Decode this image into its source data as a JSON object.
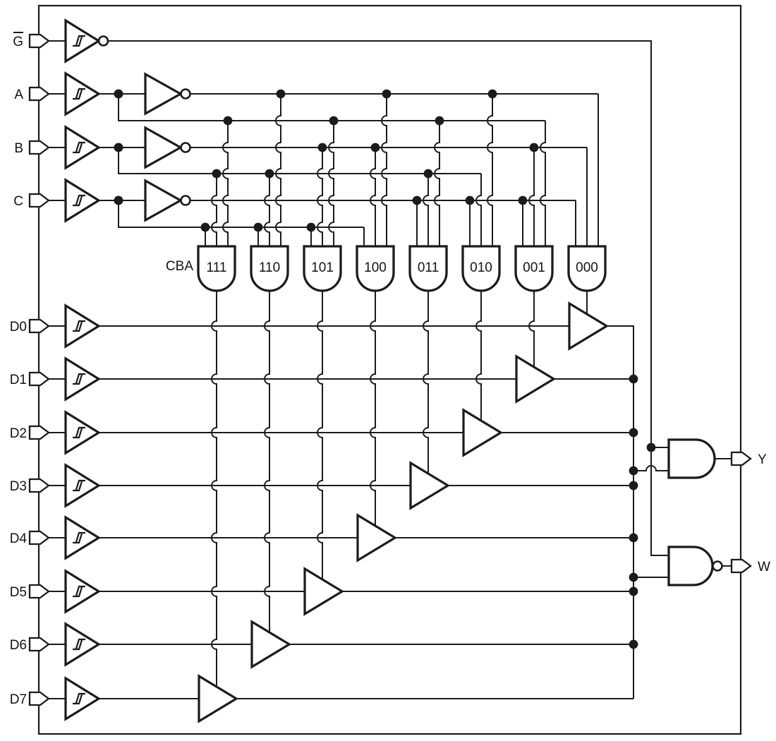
{
  "colors": {
    "line": "#1b1b1b",
    "text": "#101318",
    "background": "#ffffff"
  },
  "select_header": "CBA",
  "left_pins": [
    {
      "id": "gbar",
      "label": "G",
      "overbar": true
    },
    {
      "id": "a",
      "label": "A"
    },
    {
      "id": "b",
      "label": "B"
    },
    {
      "id": "c",
      "label": "C"
    },
    {
      "id": "d0",
      "label": "D0"
    },
    {
      "id": "d1",
      "label": "D1"
    },
    {
      "id": "d2",
      "label": "D2"
    },
    {
      "id": "d3",
      "label": "D3"
    },
    {
      "id": "d4",
      "label": "D4"
    },
    {
      "id": "d5",
      "label": "D5"
    },
    {
      "id": "d6",
      "label": "D6"
    },
    {
      "id": "d7",
      "label": "D7"
    }
  ],
  "decode_gates": [
    {
      "code": "111"
    },
    {
      "code": "110"
    },
    {
      "code": "101"
    },
    {
      "code": "100"
    },
    {
      "code": "011"
    },
    {
      "code": "010"
    },
    {
      "code": "001"
    },
    {
      "code": "000"
    }
  ],
  "right_pins": [
    {
      "id": "y",
      "label": "Y",
      "inverted": false
    },
    {
      "id": "w",
      "label": "W",
      "inverted": true
    }
  ]
}
